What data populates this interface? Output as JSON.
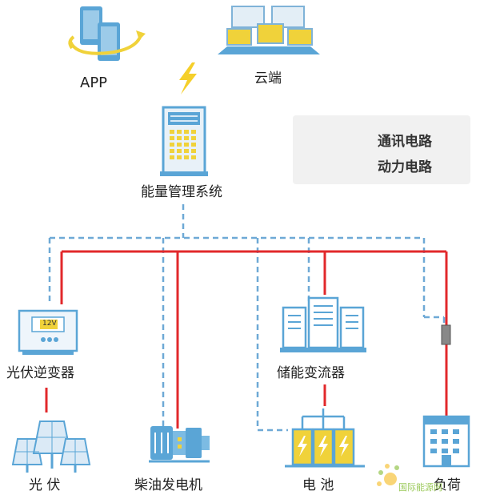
{
  "nodes": {
    "app": "APP",
    "cloud": "云端",
    "ems": "能量管理系统",
    "pv_inverter": "光伏逆变器",
    "storage_converter": "储能变流器",
    "pv": "光 伏",
    "diesel_generator": "柴油发电机",
    "battery": "电 池",
    "load": "负荷"
  },
  "legend": {
    "comm": "通讯电路",
    "power": "动力电路"
  },
  "screen_text": {
    "inverter_display": "12V"
  },
  "watermark": {
    "text": "国际能源网"
  },
  "colors": {
    "comm_line": "#6ea9d6",
    "power_line": "#e2282b",
    "icon_blue": "#5aa5d6",
    "icon_yellow": "#f0d23a"
  }
}
